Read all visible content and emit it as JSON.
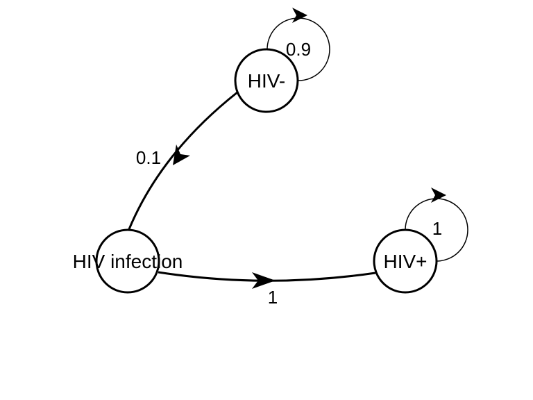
{
  "nodes": {
    "hiv_negative": {
      "label": "HIV-"
    },
    "hiv_infection": {
      "label": "HIV infection"
    },
    "hiv_positive": {
      "label": "HIV+"
    }
  },
  "edges": {
    "neg_to_neg": {
      "label": "0.9"
    },
    "neg_to_infection": {
      "label": "0.1"
    },
    "infection_to_pos": {
      "label": "1"
    },
    "pos_to_pos": {
      "label": "1"
    }
  }
}
